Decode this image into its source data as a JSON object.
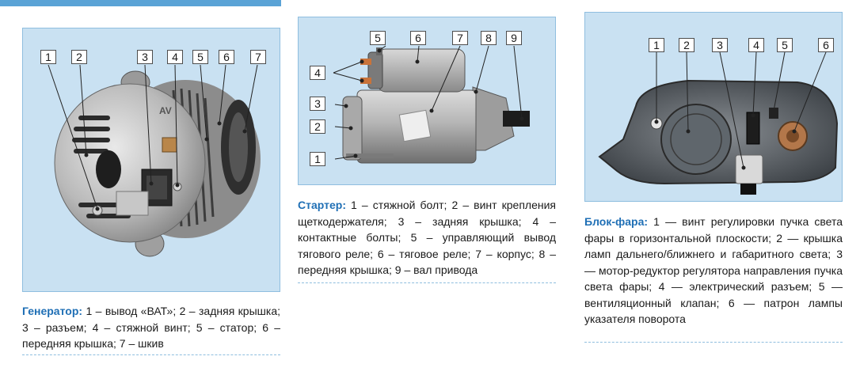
{
  "generator": {
    "labels": [
      "1",
      "2",
      "3",
      "4",
      "5",
      "6",
      "7"
    ],
    "caption_title": "Генератор:",
    "caption_text": "1 – вывод «ВАТ»; 2 – задняя крышка; 3 – разъем; 4 – стяжной винт; 5 – статор; 6 – передняя крышка; 7 – шкив",
    "housing_marking": "AV"
  },
  "starter": {
    "labels": [
      "1",
      "2",
      "3",
      "4",
      "5",
      "6",
      "7",
      "8",
      "9"
    ],
    "caption_title": "Стартер:",
    "caption_text": "1 – стяжной болт; 2 – винт крепления щеткодержателя; 3 – задняя крышка; 4 – контактные болты; 5 – управляющий вывод тягового реле; 6 – тяговое реле; 7 – корпус; 8 – передняя крышка; 9 – вал привода"
  },
  "headlight": {
    "labels": [
      "1",
      "2",
      "3",
      "4",
      "5",
      "6"
    ],
    "caption_title": "Блок-фара:",
    "caption_text": "1 — винт регулировки пучка света фары в горизонтальной плоскости; 2 — крышка ламп дальнего/ближнего и габаритного света; 3 — мотор-редуктор регулятора направления пучка света фары; 4 — электрический разъем; 5 — вентиляционный клапан; 6 — патрон лампы указателя поворота"
  },
  "colors": {
    "panel_bg": "#c9e1f2",
    "caption_title": "#1f6fb5",
    "accent_bar": "#5aa3d6"
  }
}
